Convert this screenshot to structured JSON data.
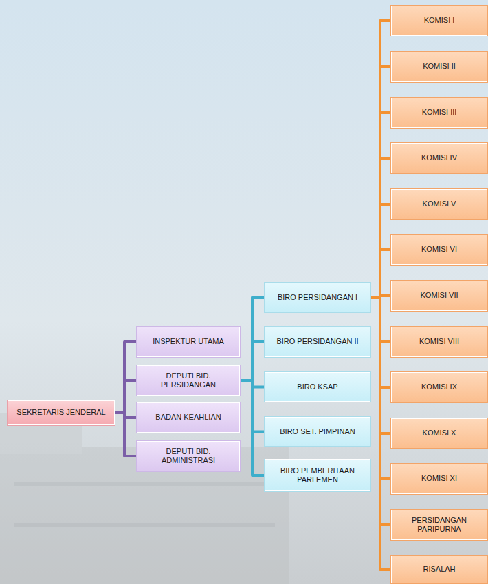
{
  "diagram": {
    "nodes": [
      {
        "text": [
          "SEKRETARIS JENDERAL"
        ]
      },
      {
        "text": [
          "INSPEKTUR UTAMA"
        ]
      },
      {
        "text": [
          "DEPUTI BID. PERSIDANGAN"
        ]
      },
      {
        "text": [
          "BADAN KEAHLIAN"
        ]
      },
      {
        "text": [
          "DEPUTI BID. ADMINISTRASI"
        ]
      },
      {
        "text": [
          "BIRO PERSIDANGAN I"
        ]
      },
      {
        "text": [
          "BIRO PERSIDANGAN II"
        ]
      },
      {
        "text": [
          "BIRO KSAP"
        ]
      },
      {
        "text": [
          "BIRO SET. PIMPINAN"
        ]
      },
      {
        "text": [
          "BIRO PEMBERITAAN PARLEMEN"
        ]
      },
      {
        "text": [
          "KOMISI I"
        ]
      },
      {
        "text": [
          "KOMISI II"
        ]
      },
      {
        "text": [
          "KOMISI III"
        ]
      },
      {
        "text": [
          "KOMISI IV"
        ]
      },
      {
        "text": [
          "KOMISI V"
        ]
      },
      {
        "text": [
          "KOMISI VI"
        ]
      },
      {
        "text": [
          "KOMISI VII"
        ]
      },
      {
        "text": [
          "KOMISI VIII"
        ]
      },
      {
        "text": [
          "KOMISI IX"
        ]
      },
      {
        "text": [
          "KOMISI X"
        ]
      },
      {
        "text": [
          "KOMISI XI"
        ]
      },
      {
        "text": [
          "PERSIDANGAN PARIPURNA"
        ]
      },
      {
        "text": [
          "RISALAH"
        ]
      }
    ],
    "edges": [
      {
        "from": 0,
        "to": 1,
        "arrow": "none"
      },
      {
        "from": 0,
        "to": 2,
        "arrow": "none"
      },
      {
        "from": 0,
        "to": 3,
        "arrow": "none"
      },
      {
        "from": 0,
        "to": 4,
        "arrow": "none"
      },
      {
        "from": 2,
        "to": 5,
        "arrow": "none"
      },
      {
        "from": 2,
        "to": 6,
        "arrow": "none"
      },
      {
        "from": 2,
        "to": 7,
        "arrow": "none"
      },
      {
        "from": 2,
        "to": 8,
        "arrow": "none"
      },
      {
        "from": 2,
        "to": 9,
        "arrow": "none"
      },
      {
        "from": 5,
        "to": 10,
        "arrow": "none"
      },
      {
        "from": 5,
        "to": 11,
        "arrow": "none"
      },
      {
        "from": 5,
        "to": 12,
        "arrow": "none"
      },
      {
        "from": 5,
        "to": 13,
        "arrow": "none"
      },
      {
        "from": 5,
        "to": 14,
        "arrow": "none"
      },
      {
        "from": 5,
        "to": 15,
        "arrow": "none"
      },
      {
        "from": 5,
        "to": 16,
        "arrow": "none"
      },
      {
        "from": 5,
        "to": 17,
        "arrow": "none"
      },
      {
        "from": 5,
        "to": 18,
        "arrow": "none"
      },
      {
        "from": 5,
        "to": 19,
        "arrow": "none"
      },
      {
        "from": 5,
        "to": 20,
        "arrow": "none"
      },
      {
        "from": 5,
        "to": 21,
        "arrow": "none"
      },
      {
        "from": 5,
        "to": 22,
        "arrow": "none"
      }
    ]
  }
}
